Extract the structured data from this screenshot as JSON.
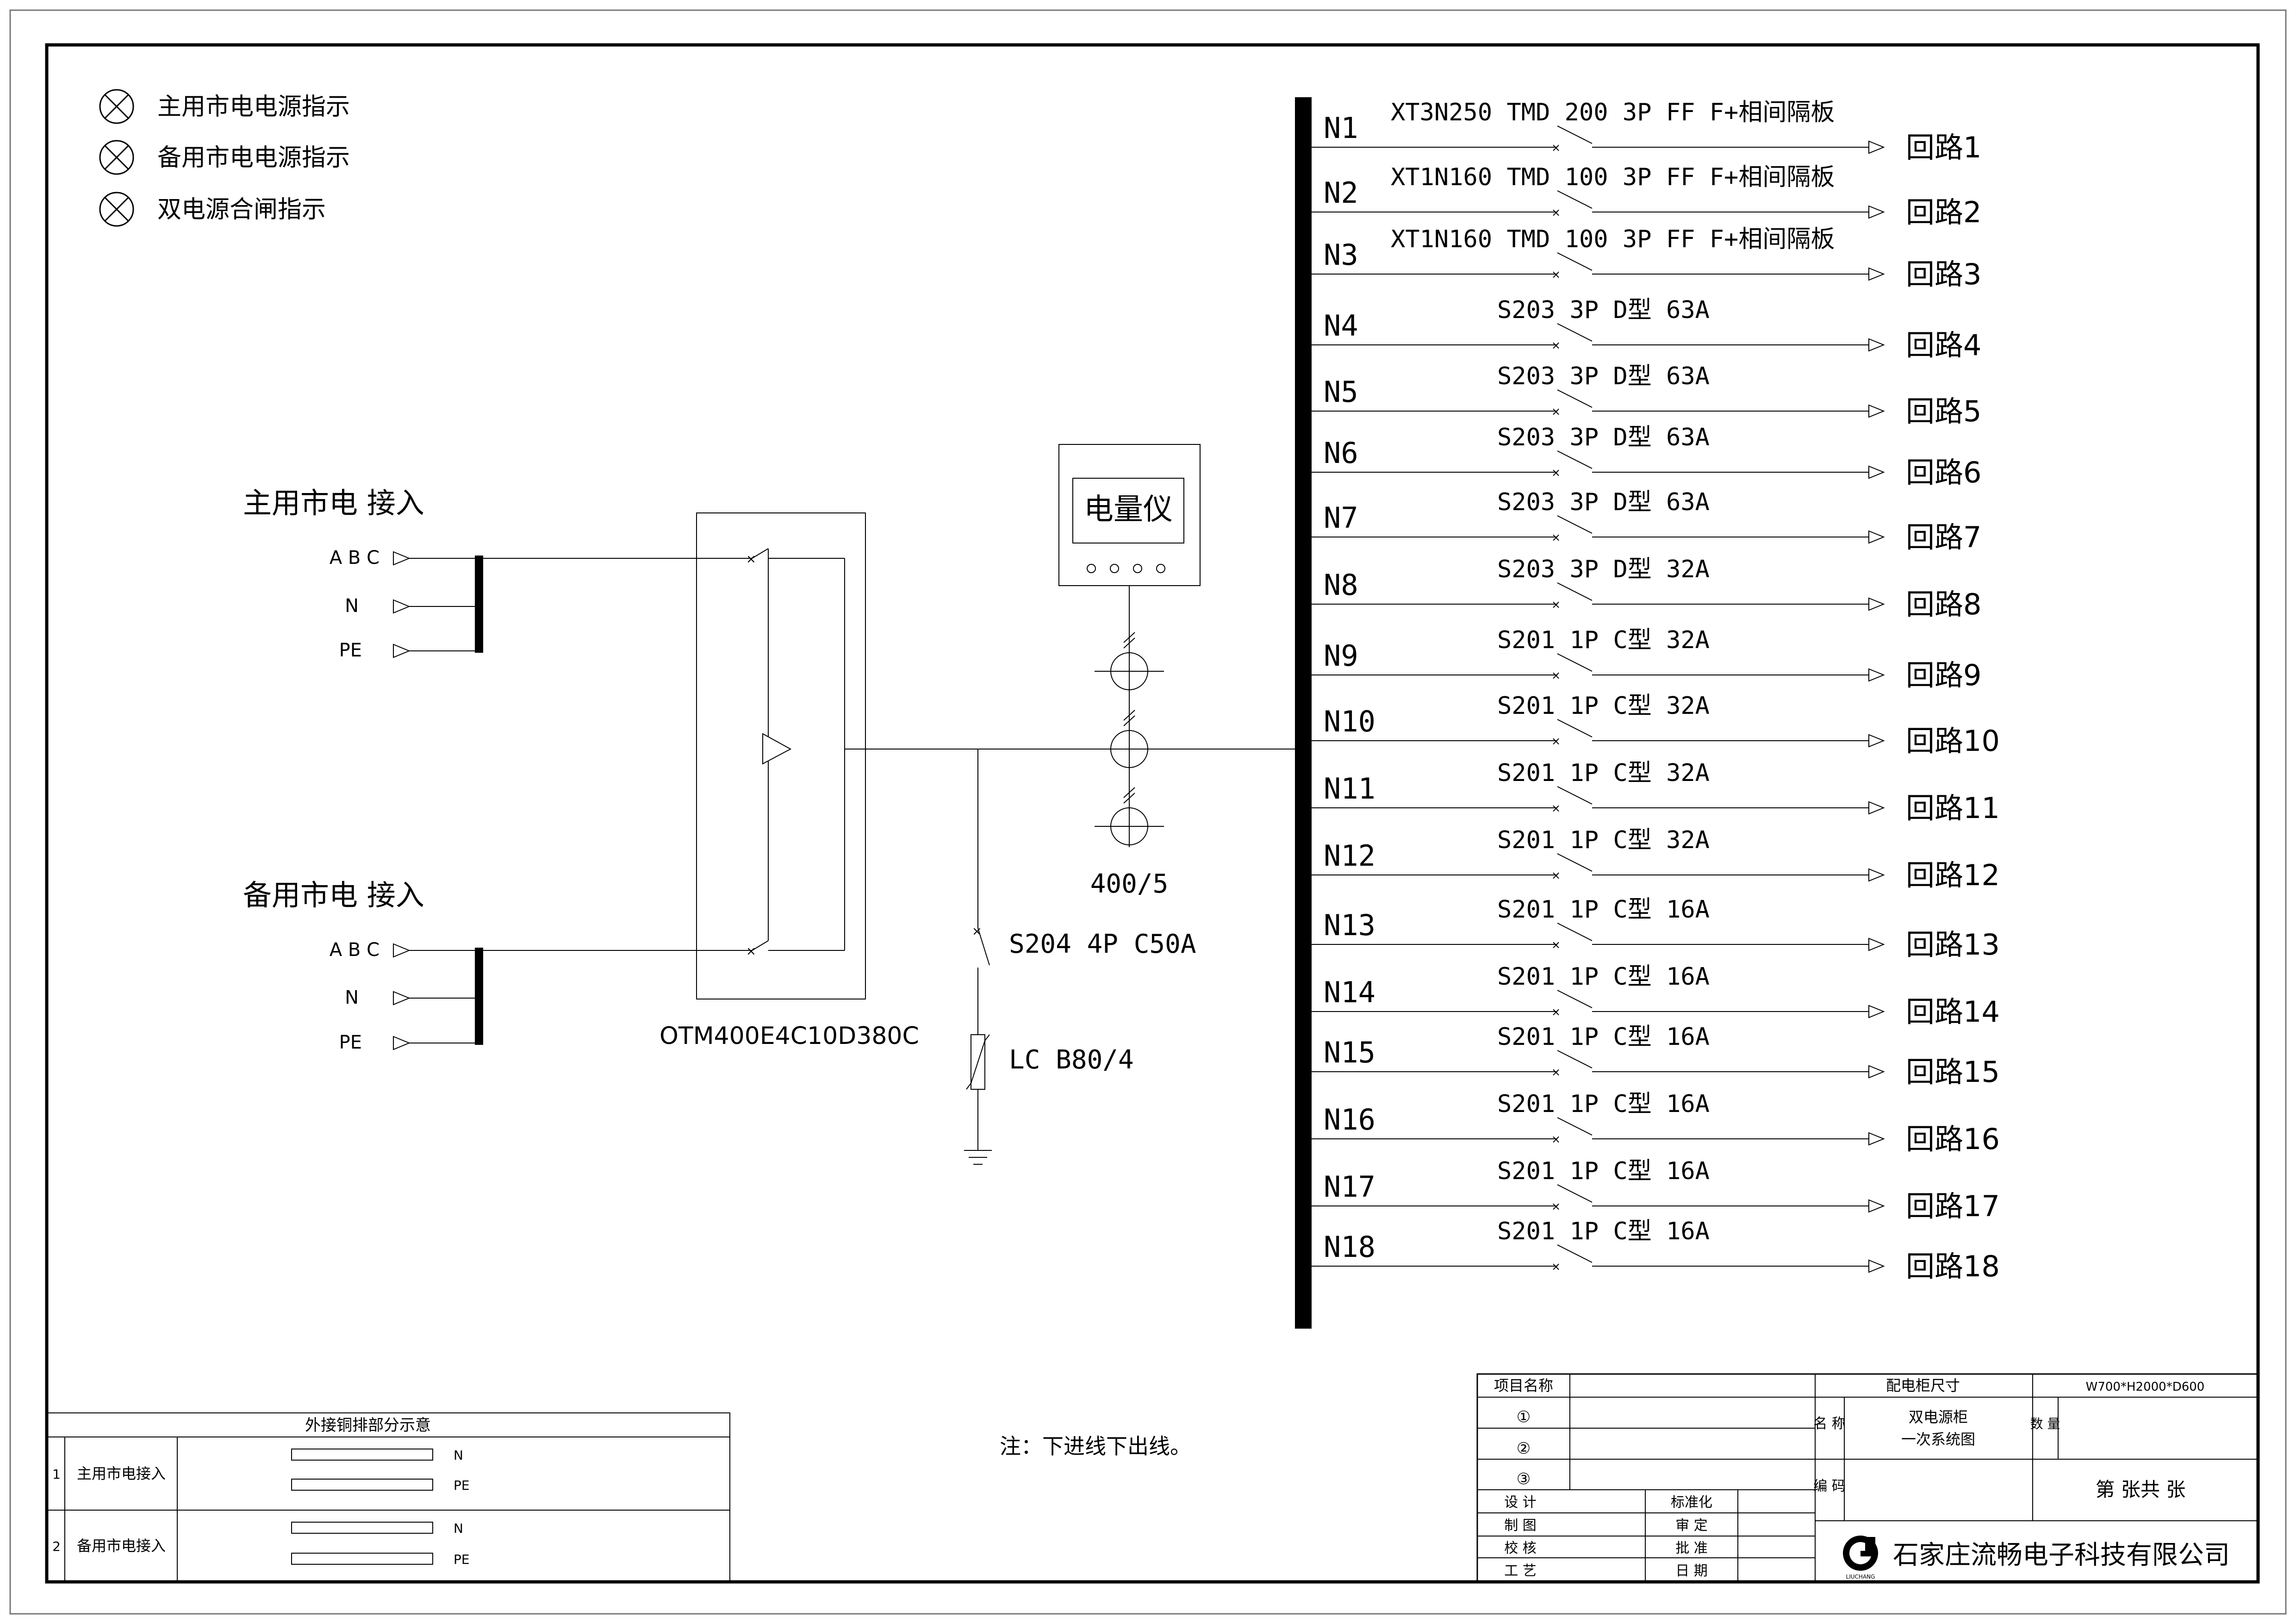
{
  "legend": {
    "items": [
      {
        "label": "主用市电电源指示",
        "icon": "indicator-lamp-icon"
      },
      {
        "label": "备用市电电源指示",
        "icon": "indicator-lamp-icon"
      },
      {
        "label": "双电源合闸指示",
        "icon": "indicator-lamp-icon"
      }
    ]
  },
  "main_supply": {
    "title": "主用市电 接入",
    "terminals": [
      "A B C",
      "N",
      "PE"
    ]
  },
  "backup_supply": {
    "title": "备用市电 接入",
    "terminals": [
      "A B C",
      "N",
      "PE"
    ]
  },
  "ats": {
    "model": "OTM400E4C10D380C"
  },
  "meter": {
    "label": "电量仪",
    "ct_ratio": "400/5"
  },
  "spd": {
    "breaker": "S204 4P C50A",
    "arrester": "LC B80/4"
  },
  "circuits": [
    {
      "id": "N1",
      "breaker": "XT3N250 TMD 200 3P FF F+相间隔板",
      "load": "回路1"
    },
    {
      "id": "N2",
      "breaker": "XT1N160 TMD 100 3P FF F+相间隔板",
      "load": "回路2"
    },
    {
      "id": "N3",
      "breaker": "XT1N160 TMD 100 3P FF F+相间隔板",
      "load": "回路3"
    },
    {
      "id": "N4",
      "breaker": "S203 3P D型 63A",
      "load": "回路4"
    },
    {
      "id": "N5",
      "breaker": "S203 3P D型 63A",
      "load": "回路5"
    },
    {
      "id": "N6",
      "breaker": "S203 3P D型 63A",
      "load": "回路6"
    },
    {
      "id": "N7",
      "breaker": "S203 3P D型 63A",
      "load": "回路7"
    },
    {
      "id": "N8",
      "breaker": "S203 3P D型 32A",
      "load": "回路8"
    },
    {
      "id": "N9",
      "breaker": "S201 1P C型 32A",
      "load": "回路9"
    },
    {
      "id": "N10",
      "breaker": "S201 1P C型 32A",
      "load": "回路10"
    },
    {
      "id": "N11",
      "breaker": "S201 1P C型 32A",
      "load": "回路11"
    },
    {
      "id": "N12",
      "breaker": "S201 1P C型 32A",
      "load": "回路12"
    },
    {
      "id": "N13",
      "breaker": "S201 1P C型 16A",
      "load": "回路13"
    },
    {
      "id": "N14",
      "breaker": "S201 1P C型 16A",
      "load": "回路14"
    },
    {
      "id": "N15",
      "breaker": "S201 1P C型 16A",
      "load": "回路15"
    },
    {
      "id": "N16",
      "breaker": "S201 1P C型 16A",
      "load": "回路16"
    },
    {
      "id": "N17",
      "breaker": "S201 1P C型 16A",
      "load": "回路17"
    },
    {
      "id": "N18",
      "breaker": "S201 1P C型 16A",
      "load": "回路18"
    }
  ],
  "note": "注：下进线下出线。",
  "busbar_table": {
    "title": "外接铜排部分示意",
    "rows": [
      {
        "no": "1",
        "name": "主用市电接入",
        "bars": [
          "N",
          "PE"
        ]
      },
      {
        "no": "2",
        "name": "备用市电接入",
        "bars": [
          "N",
          "PE"
        ]
      }
    ]
  },
  "title_block": {
    "project_label": "项目名称",
    "items": [
      "①",
      "②",
      "③"
    ],
    "cabinet_size_label": "配电柜尺寸",
    "cabinet_size": "W700*H2000*D600",
    "name_label": "名 称",
    "name_lines": [
      "双电源柜",
      "一次系统图"
    ],
    "qty_label": "数 量",
    "code_label": "编 码",
    "sheet_text": "第 张共 张",
    "roles_left": [
      "设 计",
      "制 图",
      "校 核",
      "工 艺"
    ],
    "roles_right": [
      "标准化",
      "审 定",
      "批 准",
      "日 期"
    ],
    "logo_sub": "LIUCHANG",
    "company": "石家庄流畅电子科技有限公司"
  }
}
